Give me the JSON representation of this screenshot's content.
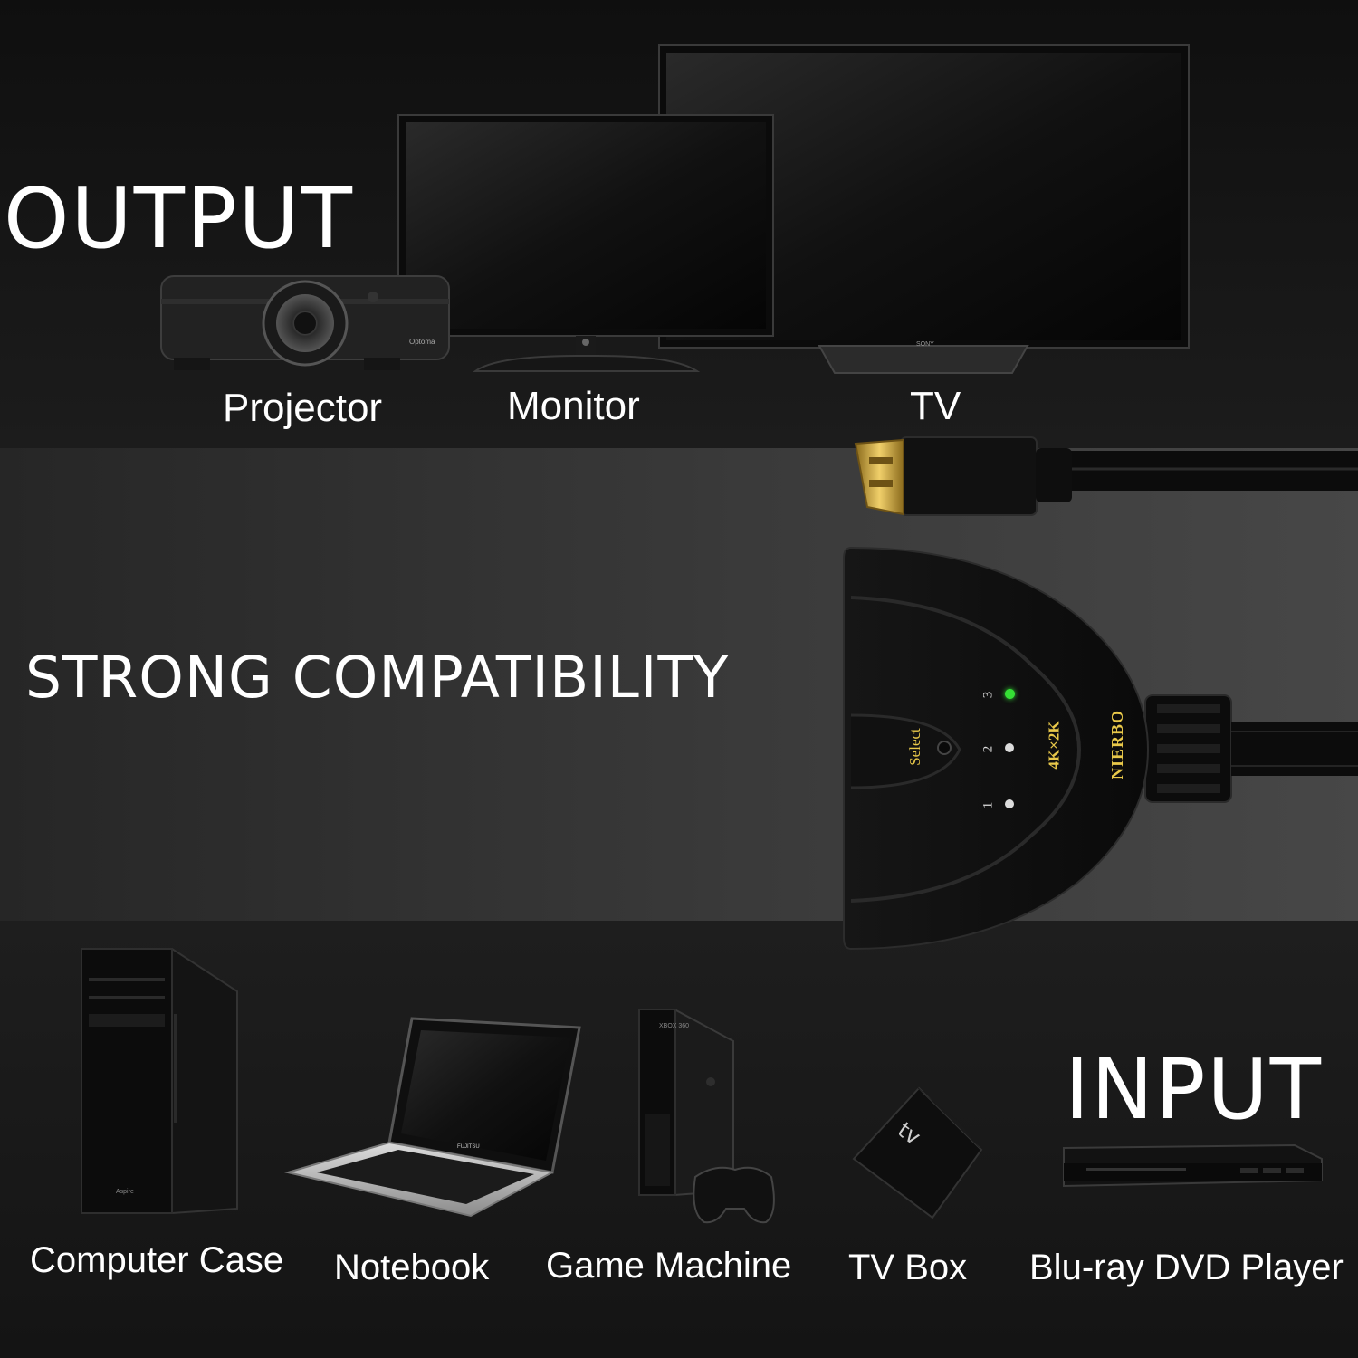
{
  "headings": {
    "output": "OUTPUT",
    "compatibility": "STRONG COMPATIBILITY",
    "input": "INPUT"
  },
  "output_devices": {
    "projector": "Projector",
    "monitor": "Monitor",
    "tv": "TV"
  },
  "switch_device": {
    "brand": "NIERBO",
    "resolution": "4K×2K",
    "button_label": "Select",
    "ports": [
      "1",
      "2",
      "3"
    ],
    "active_port": "3",
    "led_active_color": "#35e035",
    "led_idle_color": "#dcdcdc",
    "brand_color": "#e8c84a"
  },
  "input_devices": {
    "computer_case": "Computer Case",
    "notebook": "Notebook",
    "game_machine": "Game Machine",
    "tv_box": "TV Box",
    "bluray": "Blu-ray DVD Player"
  },
  "colors": {
    "text": "#ffffff",
    "connector_gold": "#c9a23c"
  },
  "logos": {
    "projector": "Optoma",
    "tv": "SONY",
    "laptop": "FUJITSU",
    "console": "XBOX 360",
    "tvbox": "tv",
    "pc": "Aspire"
  }
}
